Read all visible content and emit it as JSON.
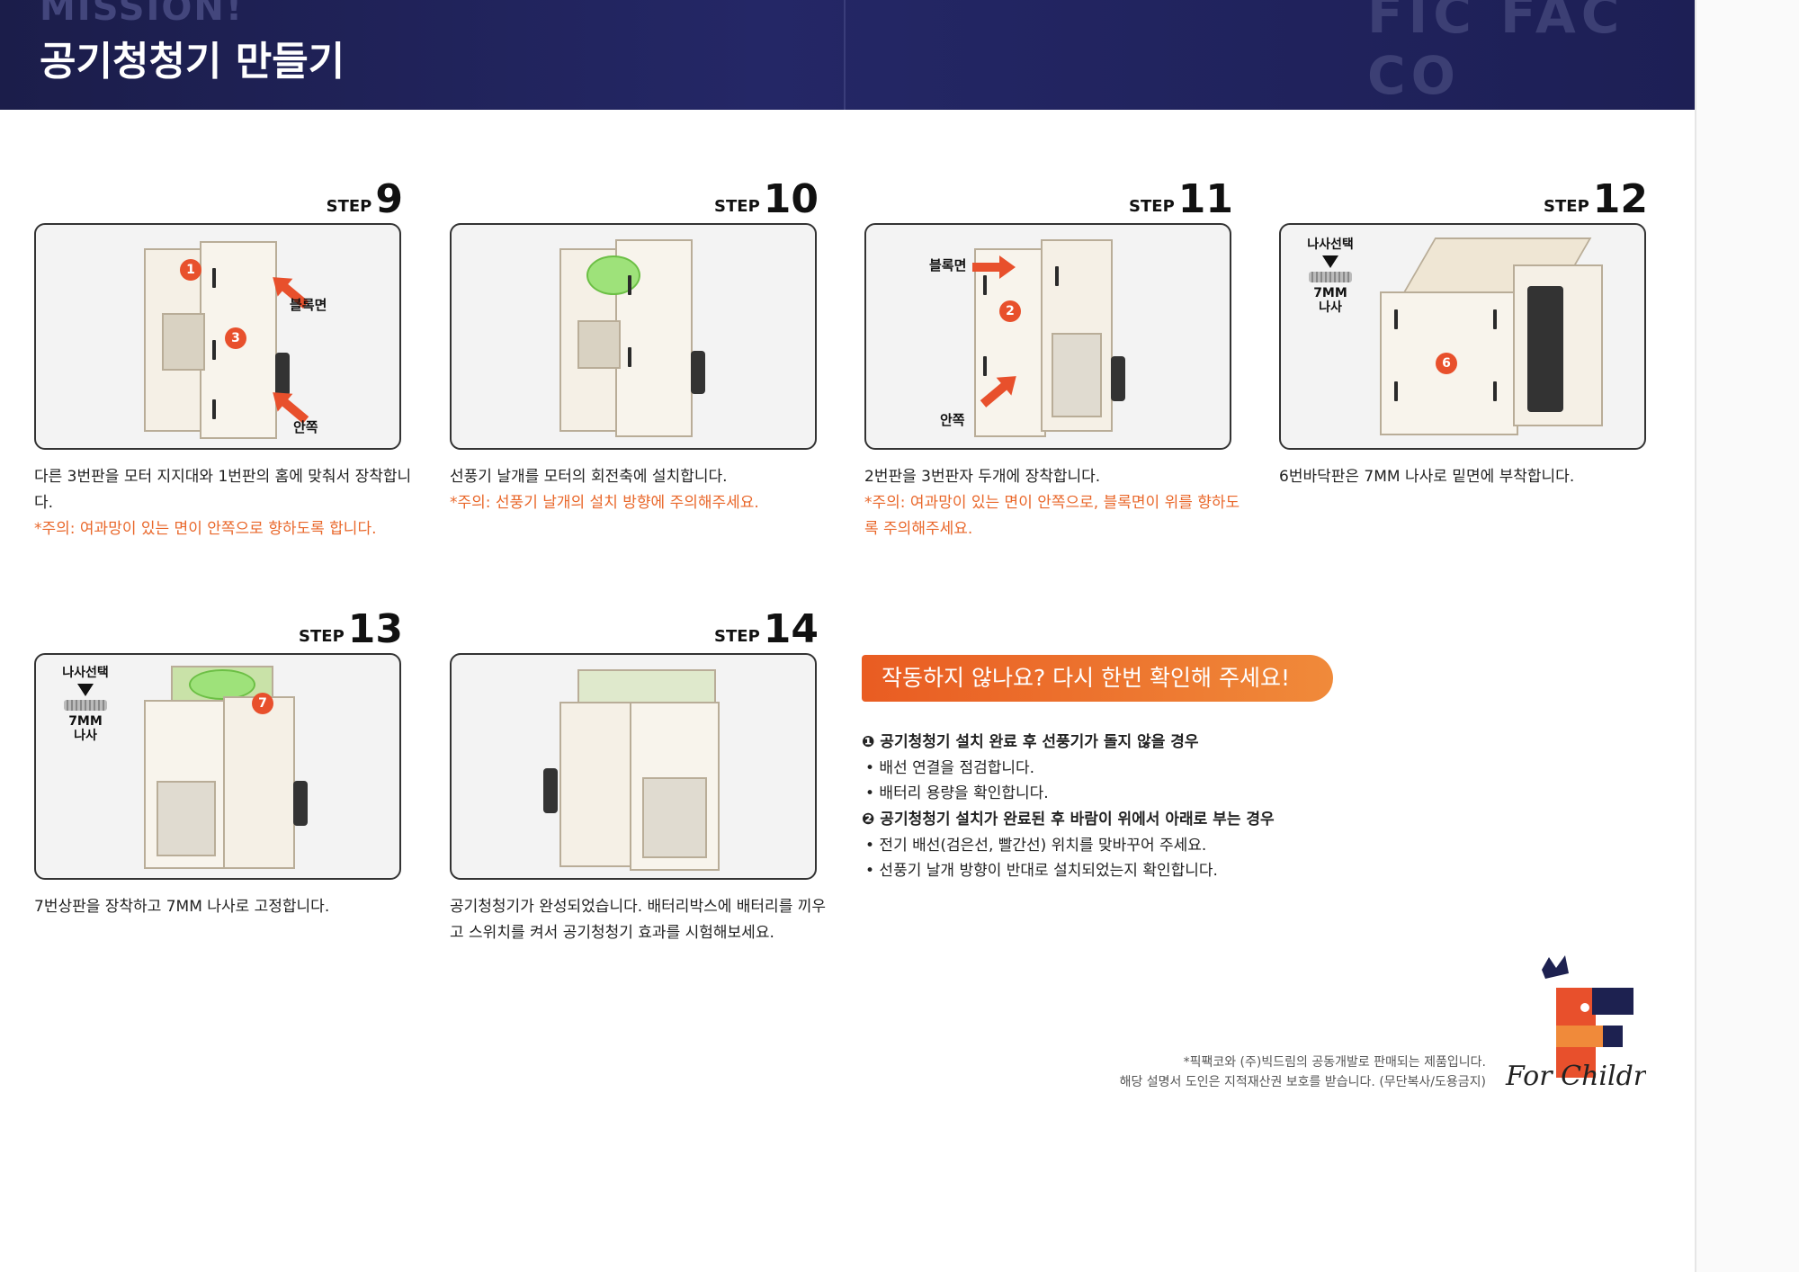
{
  "header": {
    "mission_watermark": "MISSION!",
    "brand_watermark": "FIC FAC CO",
    "title": "공기청청기 만들기"
  },
  "steps": [
    {
      "word": "STEP",
      "num": "9",
      "callouts": [
        "블록면",
        "안쪽"
      ],
      "badges": [
        "1",
        "3"
      ],
      "text": "다른 3번판을 모터 지지대와 1번판의 홈에 맞춰서 장착합니다.",
      "warning": "*주의: 여과망이 있는 면이 안쪽으로 향하도록 합니다."
    },
    {
      "word": "STEP",
      "num": "10",
      "text": "선풍기 날개를 모터의 회전축에 설치합니다.",
      "warning": "*주의: 선풍기 날개의 설치 방향에 주의해주세요."
    },
    {
      "word": "STEP",
      "num": "11",
      "callouts": [
        "블록면",
        "안쪽"
      ],
      "badges": [
        "2"
      ],
      "text": "2번판을 3번판자 두개에 장착합니다.",
      "warning": "*주의: 여과망이 있는 면이 안쪽으로, 블록면이 위를 향하도록 주의해주세요."
    },
    {
      "word": "STEP",
      "num": "12",
      "screw": {
        "label": "나사선택",
        "size_line1": "7MM",
        "size_line2": "나사"
      },
      "badges": [
        "6"
      ],
      "text": "6번바닥판은 7MM 나사로 밑면에 부착합니다."
    },
    {
      "word": "STEP",
      "num": "13",
      "screw": {
        "label": "나사선택",
        "size_line1": "7MM",
        "size_line2": "나사"
      },
      "badges": [
        "7"
      ],
      "text": "7번상판을 장착하고 7MM 나사로 고정합니다."
    },
    {
      "word": "STEP",
      "num": "14",
      "text": "공기청청기가 완성되었습니다. 배터리박스에 배터리를 끼우고 스위치를 켜서 공기청청기 효과를 시험해보세요."
    }
  ],
  "troubleshoot": {
    "banner": "작동하지 않나요? 다시 한번 확인해 주세요!",
    "items": [
      {
        "heading": "❶ 공기청청기 설치 완료 후 선풍기가 돌지 않을 경우",
        "bullets": [
          "• 배선 연결을 점검합니다.",
          "• 배터리 용량을 확인합니다."
        ]
      },
      {
        "heading": "❷ 공기청청기 설치가 완료된 후 바람이 위에서 아래로 부는 경우",
        "bullets": [
          "• 전기 배선(검은선, 빨간선) 위치를 맞바꾸어 주세요.",
          "• 선풍기 날개 방향이 반대로 설치되었는지 확인합니다."
        ]
      }
    ]
  },
  "footer": {
    "line1": "*픽팩코와 (주)빅드림의 공동개발로 판매되는 제품입니다.",
    "line2": "해당 설명서 도인은 지적재산권 보호를 받습니다. (무단복사/도용금지)"
  },
  "logo": {
    "script_text": "For Children",
    "colors": {
      "red": "#e8502c",
      "navy": "#1d2150",
      "orange": "#f08a3a"
    }
  },
  "colors": {
    "header_bg": "#1d1f55",
    "warning": "#e9672a",
    "banner": "#e95c22"
  }
}
